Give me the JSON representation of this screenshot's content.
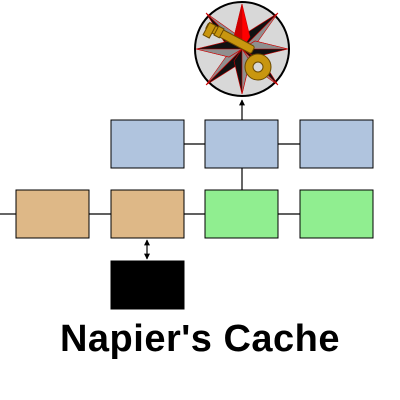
{
  "title": "Napier's Cache",
  "colors": {
    "blue": "#b0c4de",
    "tan": "#deb887",
    "green": "#90ee90",
    "black": "#000000",
    "line": "#000000",
    "logo_bg": "#d8d8d8",
    "logo_dark": "#111111",
    "logo_gray": "#8f8f8f",
    "logo_red": "#ff0000",
    "key": "#c8960f"
  },
  "icons": {
    "logo": "compass-rose-key-icon",
    "key": "key-icon"
  },
  "nodes": [
    {
      "id": "blue-1",
      "color": "blue"
    },
    {
      "id": "blue-2",
      "color": "blue"
    },
    {
      "id": "blue-3",
      "color": "blue"
    },
    {
      "id": "tan-1",
      "color": "tan"
    },
    {
      "id": "tan-2",
      "color": "tan"
    },
    {
      "id": "green-1",
      "color": "green"
    },
    {
      "id": "green-2",
      "color": "green"
    },
    {
      "id": "black-1",
      "color": "black"
    }
  ]
}
